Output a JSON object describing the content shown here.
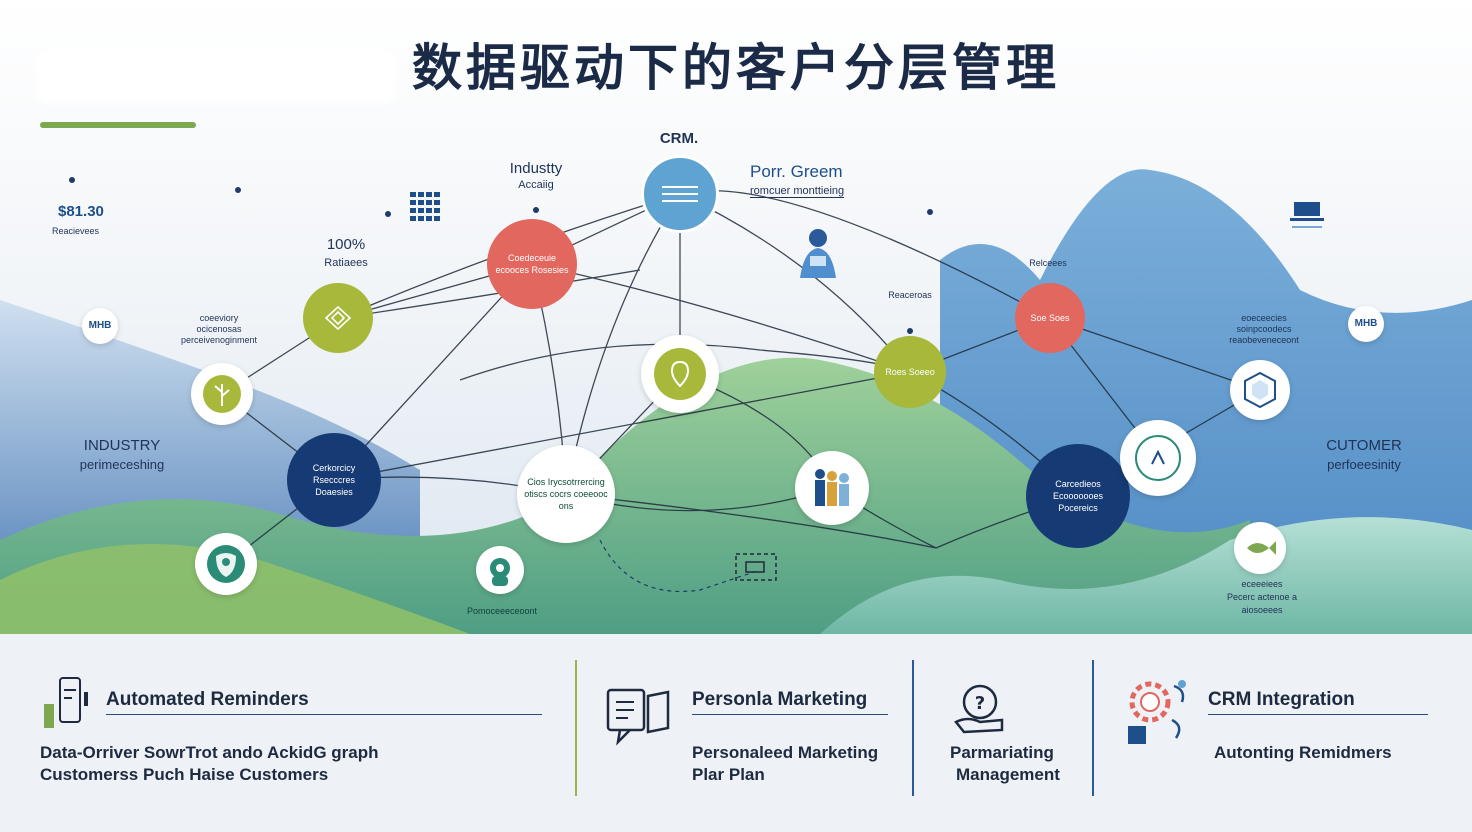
{
  "title": "数据驱动下的客户分层管理",
  "colors": {
    "accent_green": "#7ea84f",
    "navy": "#163a73",
    "coral": "#e2675f",
    "olive": "#a7b83a",
    "sky": "#5fa3d3",
    "teal": "#2a8c77"
  },
  "labels": {
    "crm_top": "CRM.",
    "industry_top": "Industty",
    "industry_top_sub": "Accaiig",
    "porr_green": "Porr. Greem",
    "porr_green_sub": "romcuer monttieing",
    "price": "$81.30",
    "price_sub": "Reacievees",
    "pct": "100%",
    "pct_sub": "Ratiaees",
    "left_small_1": "coeeviory",
    "left_small_2": "ocicenosas",
    "left_small_3": "perceivenoginment",
    "industry_left": "INDUSTRY",
    "industry_left_sub": "perimeceshing",
    "right_small_1": "eoeceecies",
    "right_small_2": "soinpcoodecs",
    "right_small_3": "reaobeveneceont",
    "customer_right": "CUTOMER",
    "customer_right_sub": "perfoeesinity",
    "mid_sub": "Reaceroas",
    "top_right_sub": "Relceees",
    "bottom_right_1": "eceeeiees",
    "bottom_right_2": "Pecerc actenoe a",
    "bottom_right_3": "aiosoeees",
    "bottom_mid": "Pomoceeeceoont",
    "mhb_left": "MHB",
    "mhb_right": "MHB"
  },
  "nodes": {
    "crm_node": {
      "text": ""
    },
    "coral_top": {
      "text": "Coedeceuie ecooces Rosesies"
    },
    "olive_left": {
      "text": ""
    },
    "navy_left": {
      "text": "Cerkorcicy Rsecccres Doaesies"
    },
    "white_center": {
      "text": "Cios Irycsotrrercing otiscs cocrs coeeooc ons"
    },
    "olive_right": {
      "text": "Roes Soeeo"
    },
    "coral_right": {
      "text": "Soe Soes"
    },
    "navy_right": {
      "text": "Carcedieos Ecooooooes Pocereics"
    }
  },
  "bottom": {
    "col1": {
      "head": "Automated Reminders",
      "body1": "Data-Orriver SowrTrot ando AckidG graph",
      "body2": "Customerss Puch Haise  Customers"
    },
    "col2": {
      "head": "Personla Marketing",
      "body1": "Personaleed Marketing",
      "body2": "Plar Plan"
    },
    "col3": {
      "body1": "Parmariating",
      "body2": "Management"
    },
    "col4": {
      "head": "CRM Integration",
      "body1": "Autonting Remidmers"
    }
  }
}
